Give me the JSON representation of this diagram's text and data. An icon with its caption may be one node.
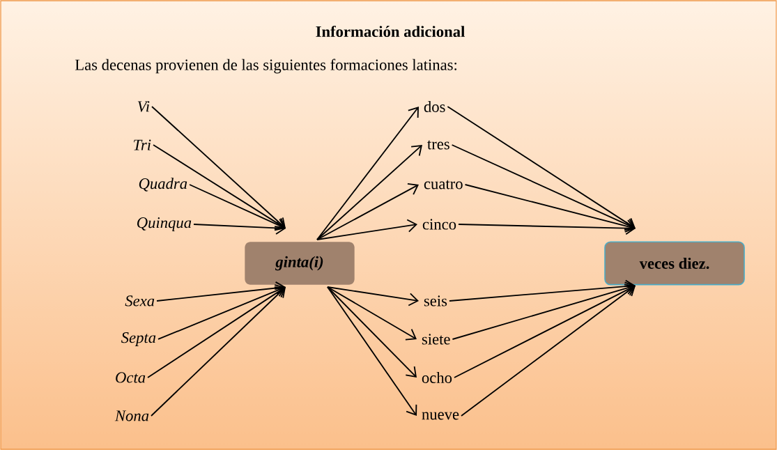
{
  "diagram": {
    "title": "Información adicional",
    "nodes": [
      {
        "text": [
          "Vi"
        ]
      },
      {
        "text": [
          "Tri"
        ]
      },
      {
        "text": [
          "Quadra"
        ]
      },
      {
        "text": [
          "Quinqua"
        ]
      },
      {
        "text": [
          "Sexa"
        ]
      },
      {
        "text": [
          "Septa"
        ]
      },
      {
        "text": [
          "Octa"
        ]
      },
      {
        "text": [
          "Nona"
        ]
      },
      {
        "text": [
          "ginta(i)"
        ]
      },
      {
        "text": [
          "dos"
        ]
      },
      {
        "text": [
          "tres"
        ]
      },
      {
        "text": [
          "cuatro"
        ]
      },
      {
        "text": [
          "cinco"
        ]
      },
      {
        "text": [
          "seis"
        ]
      },
      {
        "text": [
          "siete"
        ]
      },
      {
        "text": [
          "ocho"
        ]
      },
      {
        "text": [
          "nueve"
        ]
      },
      {
        "text": [
          "veces diez."
        ]
      }
    ],
    "edges": [
      {
        "from": 0,
        "to": 8,
        "arrow": "to"
      },
      {
        "from": 1,
        "to": 8,
        "arrow": "to"
      },
      {
        "from": 2,
        "to": 8,
        "arrow": "to"
      },
      {
        "from": 3,
        "to": 8,
        "arrow": "to"
      },
      {
        "from": 4,
        "to": 8,
        "arrow": "to"
      },
      {
        "from": 5,
        "to": 8,
        "arrow": "to"
      },
      {
        "from": 6,
        "to": 8,
        "arrow": "to"
      },
      {
        "from": 7,
        "to": 8,
        "arrow": "to"
      },
      {
        "from": 8,
        "to": 9,
        "arrow": "to"
      },
      {
        "from": 8,
        "to": 10,
        "arrow": "to"
      },
      {
        "from": 8,
        "to": 11,
        "arrow": "to"
      },
      {
        "from": 8,
        "to": 12,
        "arrow": "to"
      },
      {
        "from": 8,
        "to": 13,
        "arrow": "to"
      },
      {
        "from": 8,
        "to": 14,
        "arrow": "to"
      },
      {
        "from": 8,
        "to": 15,
        "arrow": "to"
      },
      {
        "from": 8,
        "to": 16,
        "arrow": "to"
      },
      {
        "from": 9,
        "to": 17,
        "arrow": "to"
      },
      {
        "from": 10,
        "to": 17,
        "arrow": "to"
      },
      {
        "from": 11,
        "to": 17,
        "arrow": "to"
      },
      {
        "from": 12,
        "to": 17,
        "arrow": "to"
      },
      {
        "from": 13,
        "to": 17,
        "arrow": "to"
      },
      {
        "from": 14,
        "to": 17,
        "arrow": "to"
      },
      {
        "from": 15,
        "to": 17,
        "arrow": "to"
      },
      {
        "from": 16,
        "to": 17,
        "arrow": "to"
      }
    ],
    "labels": [
      "Las decenas provienen de las siguientes formaciones latinas:"
    ]
  }
}
